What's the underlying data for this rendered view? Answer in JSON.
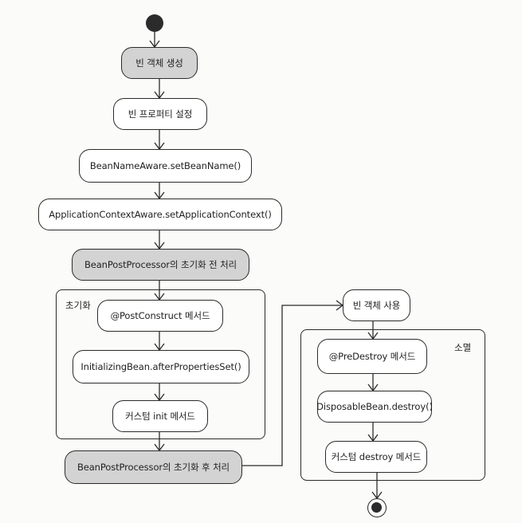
{
  "nodes": {
    "create": "빈 객체 생성",
    "property": "빈 프로퍼티 설정",
    "bean_name_aware": "BeanNameAware.setBeanName()",
    "app_context_aware": "ApplicationContextAware.setApplicationContext()",
    "bpp_before": "BeanPostProcessor의 초기화 전 처리",
    "post_construct": "@PostConstruct 메서드",
    "initializing_bean": "InitializingBean.afterPropertiesSet()",
    "custom_init": "커스텀 init 메서드",
    "bpp_after": "BeanPostProcessor의 초기화 후 처리",
    "use": "빈 객체 사용",
    "pre_destroy": "@PreDestroy 메서드",
    "disposable_bean": "DisposableBean.destroy()",
    "custom_destroy": "커스텀 destroy 메서드"
  },
  "frames": {
    "init_label": "초기화",
    "destroy_label": "소멸"
  },
  "colors": {
    "shaded_fill": "#d3d3d3",
    "line": "#2b2b2b"
  }
}
